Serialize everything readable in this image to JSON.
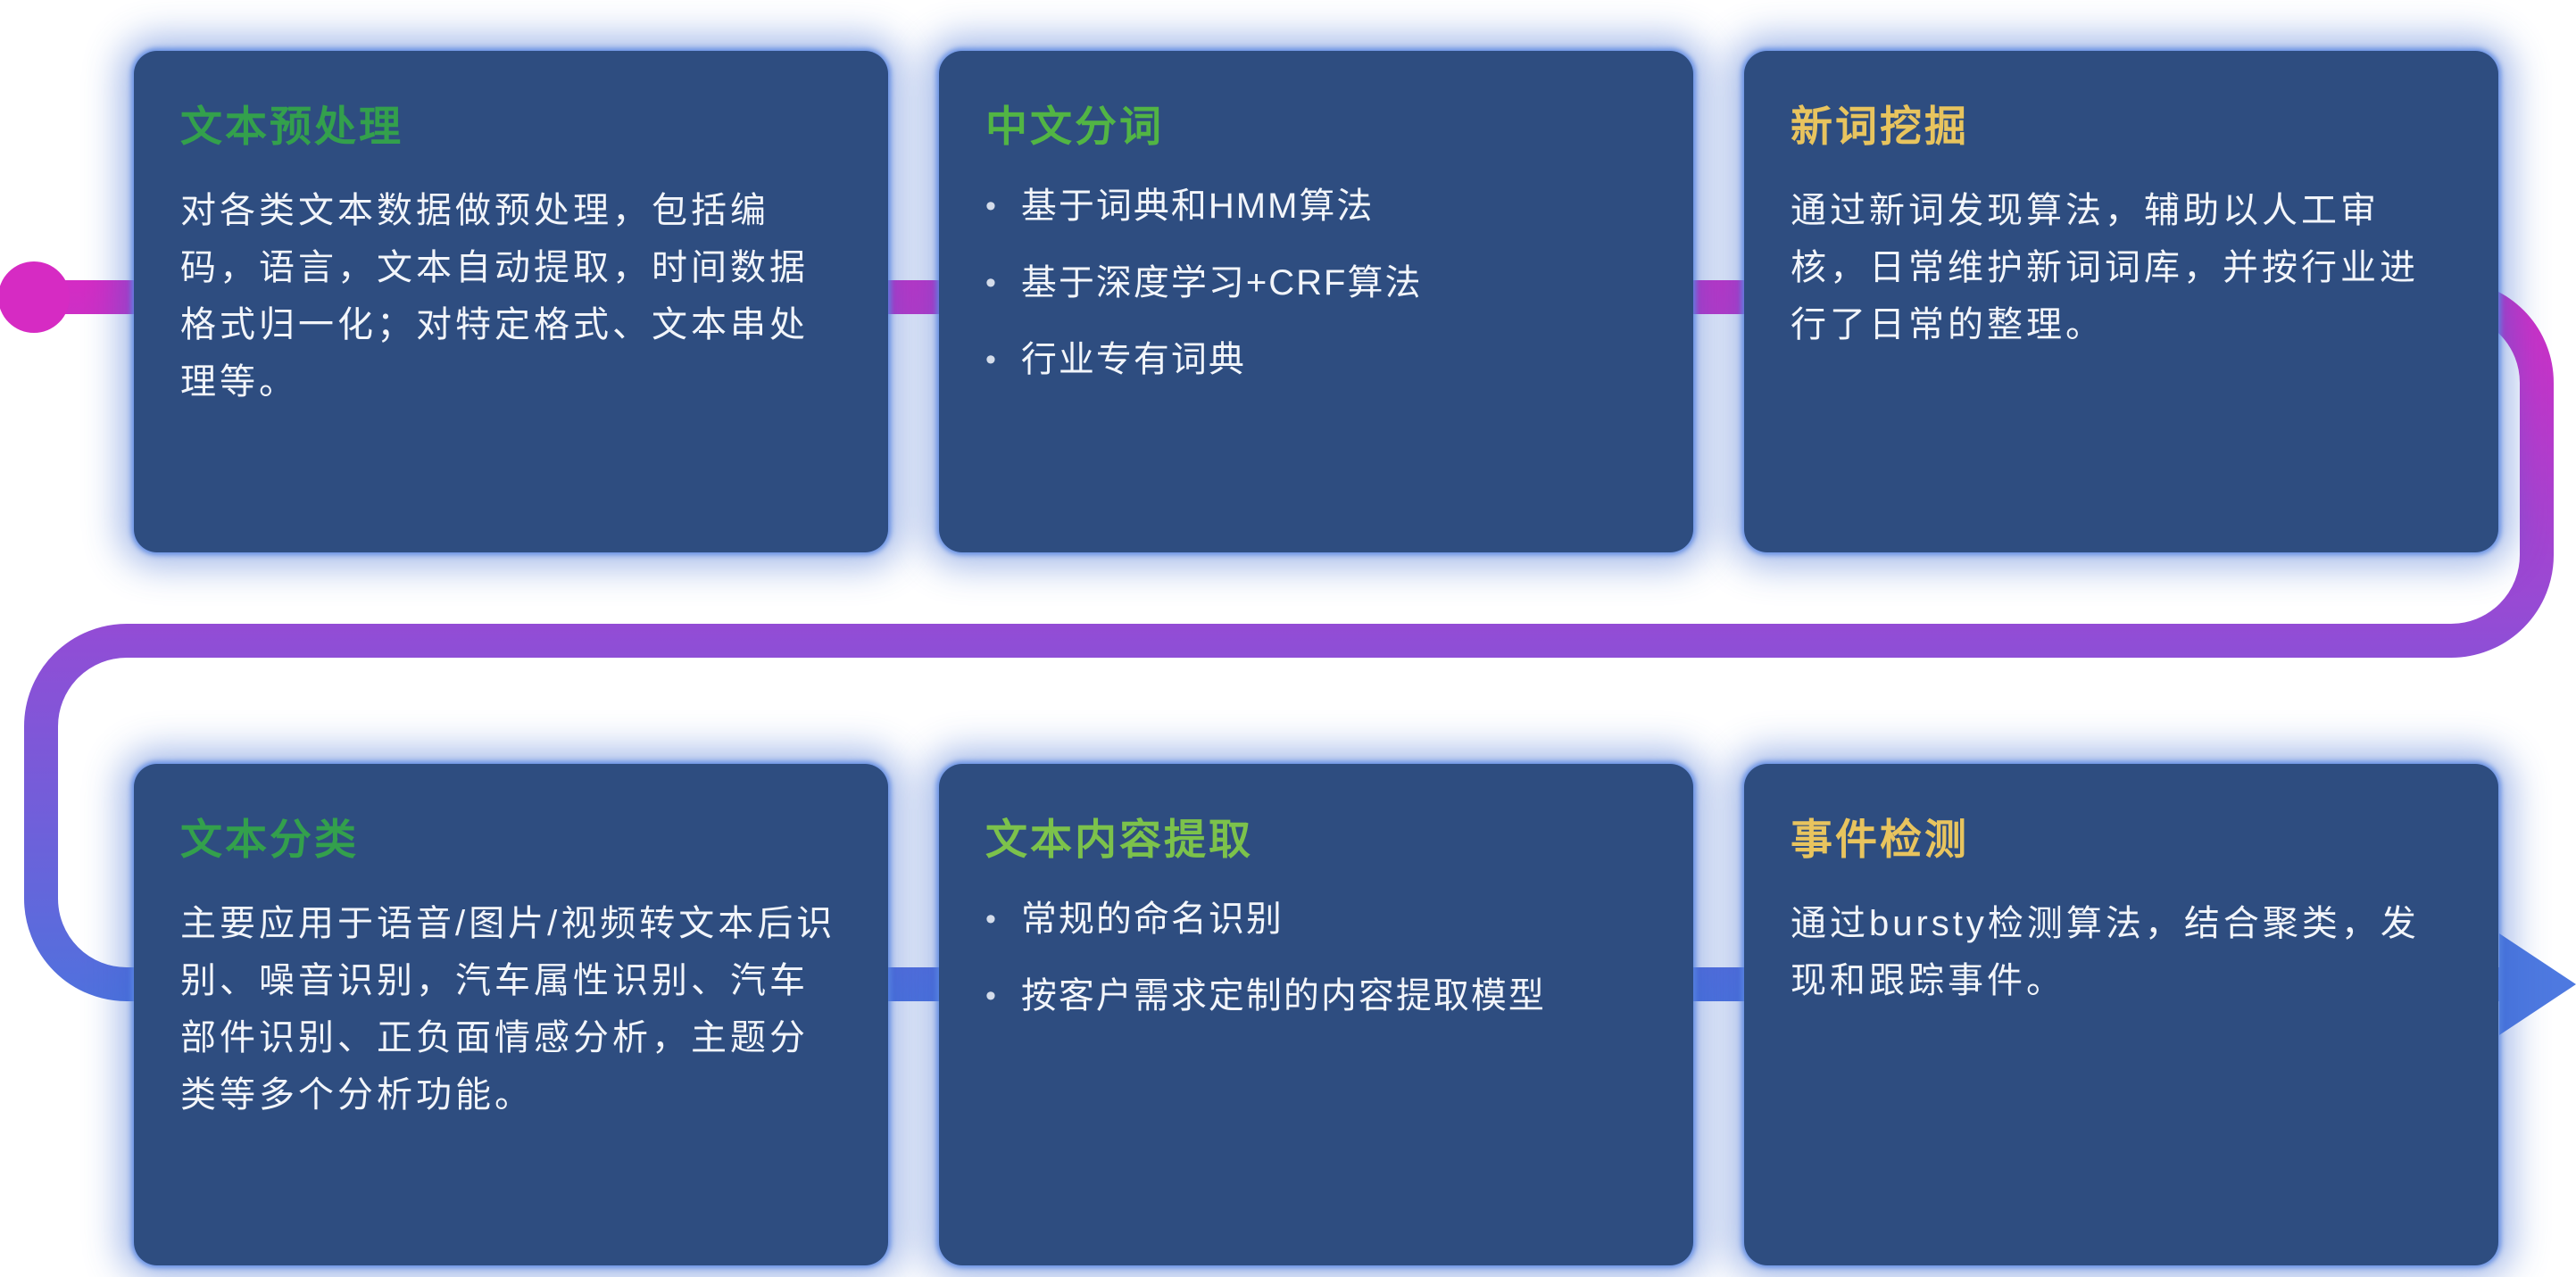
{
  "ui": {
    "bullet_char": "•"
  },
  "colors": {
    "card_bg": "#2e4d80",
    "body_text": "#f2f5fa",
    "line_magenta": "#d62bc3",
    "line_purple": "#8f4ed6",
    "line_blue": "#4b74de",
    "arrow_blue": "#4e79e0",
    "green_dark": "#33a04c",
    "green_bright": "#52b544",
    "green_lime": "#7cc24b",
    "yellow": "#e8c45e"
  },
  "flow": {
    "start_marker": "magenta-dot",
    "end_marker": "right-arrow"
  },
  "cards": [
    {
      "title": "文本预处理",
      "title_color": "#33a04c",
      "body": "对各类文本数据做预处理，包括编码，语言，文本自动提取，时间数据格式归一化；对特定格式、文本串处理等。"
    },
    {
      "title": "中文分词",
      "title_color": "#52b544",
      "bullets": [
        "基于词典和HMM算法",
        "基于深度学习+CRF算法",
        "行业专有词典"
      ]
    },
    {
      "title": "新词挖掘",
      "title_color": "#e8c45e",
      "body": "通过新词发现算法，辅助以人工审核，日常维护新词词库，并按行业进行了日常的整理。"
    },
    {
      "title": "文本分类",
      "title_color": "#33a04c",
      "body": "主要应用于语音/图片/视频转文本后识别、噪音识别，汽车属性识别、汽车部件识别、正负面情感分析，主题分类等多个分析功能。"
    },
    {
      "title": "文本内容提取",
      "title_color": "#7cc24b",
      "bullets": [
        "常规的命名识别",
        "按客户需求定制的内容提取模型"
      ]
    },
    {
      "title": "事件检测",
      "title_color": "#e8c45e",
      "body": "通过bursty检测算法，结合聚类，发现和跟踪事件。"
    }
  ]
}
